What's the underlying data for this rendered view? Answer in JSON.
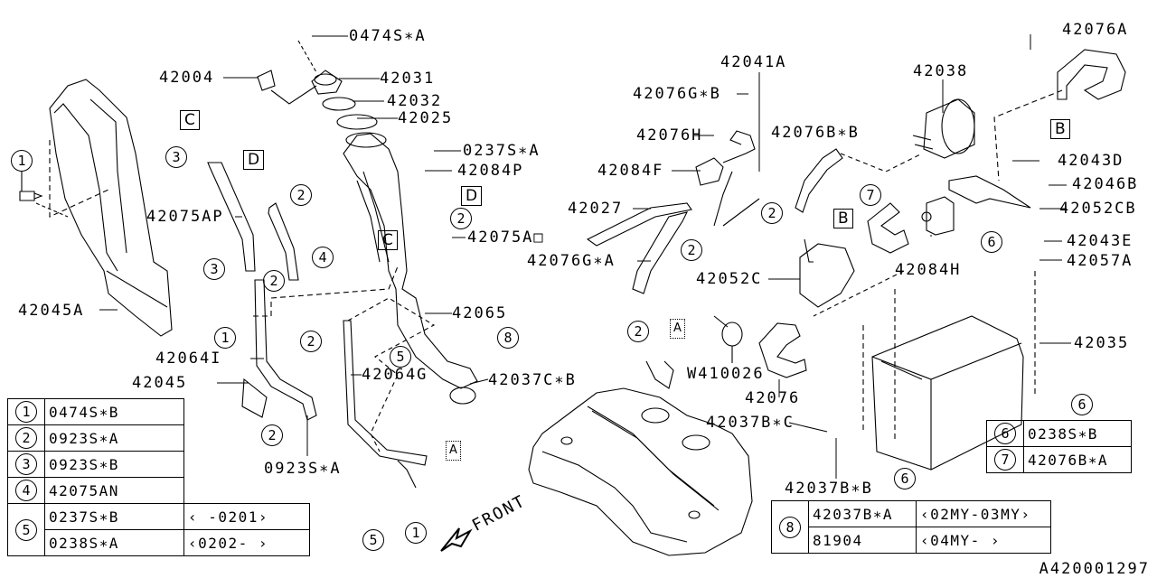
{
  "diagram_id": "A420001297",
  "front_label": "FRONT",
  "callouts": {
    "c0474SA": "0474S∗A",
    "c42004": "42004",
    "c42031": "42031",
    "c42032": "42032",
    "c42025": "42025",
    "c0237SA": "0237S∗A",
    "c42084P": "42084P",
    "c42075AP": "42075AP",
    "c42075AO": "42075A□",
    "c42045A": "42045A",
    "c42064I": "42064I",
    "c42045": "42045",
    "c0923SA": "0923S∗A",
    "c42065": "42065",
    "c42064G": "42064G",
    "c42037CB": "42037C∗B",
    "c42041A": "42041A",
    "c42076GB": "42076G∗B",
    "c42076H": "42076H",
    "c42084F": "42084F",
    "c42027": "42027",
    "c42076GA": "42076G∗A",
    "c42052C": "42052C",
    "cW410026": "W410026",
    "c42076": "42076",
    "c42037BC": "42037B∗C",
    "c42037BB": "42037B∗B",
    "c42076BB": "42076B∗B",
    "c42038": "42038",
    "c42084H": "42084H",
    "c42076A": "42076A",
    "c42043D": "42043D",
    "c42046B": "42046B",
    "c42052CB": "42052CB",
    "c42043E": "42043E",
    "c42057A": "42057A",
    "c42035": "42035"
  },
  "ref_markers": {
    "one": "1",
    "two": "2",
    "three": "3",
    "four": "4",
    "five": "5",
    "six": "6",
    "seven": "7",
    "eight": "8"
  },
  "connectors": {
    "A": "A",
    "B": "B",
    "C": "C",
    "D": "D"
  },
  "legend_left": [
    {
      "ref": "1",
      "part": "0474S∗B"
    },
    {
      "ref": "2",
      "part": "0923S∗A"
    },
    {
      "ref": "3",
      "part": "0923S∗B"
    },
    {
      "ref": "4",
      "part": "42075AN"
    },
    {
      "ref": "5",
      "rows": [
        {
          "part": "0237S∗B",
          "range": "‹     -0201›"
        },
        {
          "part": "0238S∗A",
          "range": "‹0202-     ›"
        }
      ]
    }
  ],
  "legend_right": [
    {
      "ref": "6",
      "part": "0238S∗B"
    },
    {
      "ref": "7",
      "part": "42076B∗A"
    }
  ],
  "legend_bottom": [
    {
      "ref": "8",
      "rows": [
        {
          "part": "42037B∗A",
          "range": "‹02MY-03MY›"
        },
        {
          "part": "81904",
          "range": "‹04MY-     ›"
        }
      ]
    }
  ]
}
